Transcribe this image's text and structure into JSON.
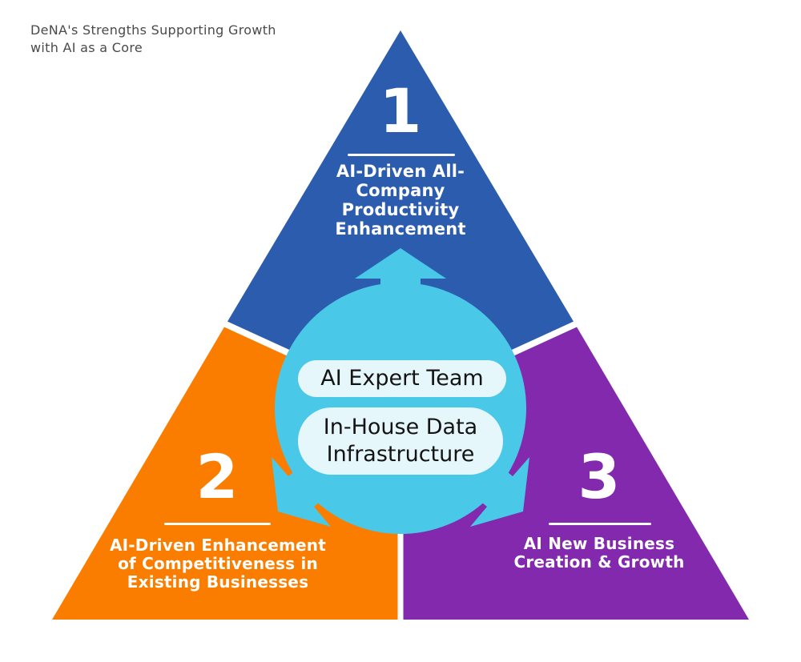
{
  "title": "DeNA's Strengths Supporting Growth\nwith AI as a Core",
  "colors": {
    "titleColor": "#4a4a4a",
    "blue": "#2c5cad",
    "orange": "#fb7d00",
    "purple": "#8329ae",
    "lightBlue": "#4ac8e8",
    "pillBg": "#e6f7fc",
    "white": "#ffffff"
  },
  "sections": [
    {
      "number": "1",
      "label": "AI-Driven All-\nCompany\nProductivity\nEnhancement"
    },
    {
      "number": "2",
      "label": "AI-Driven Enhancement\nof Competitiveness in\nExisting Businesses"
    },
    {
      "number": "3",
      "label": "AI New Business\nCreation & Growth"
    }
  ],
  "center": {
    "pills": [
      {
        "label": "AI Expert Team"
      },
      {
        "label": "In-House Data\nInfrastructure"
      }
    ]
  }
}
